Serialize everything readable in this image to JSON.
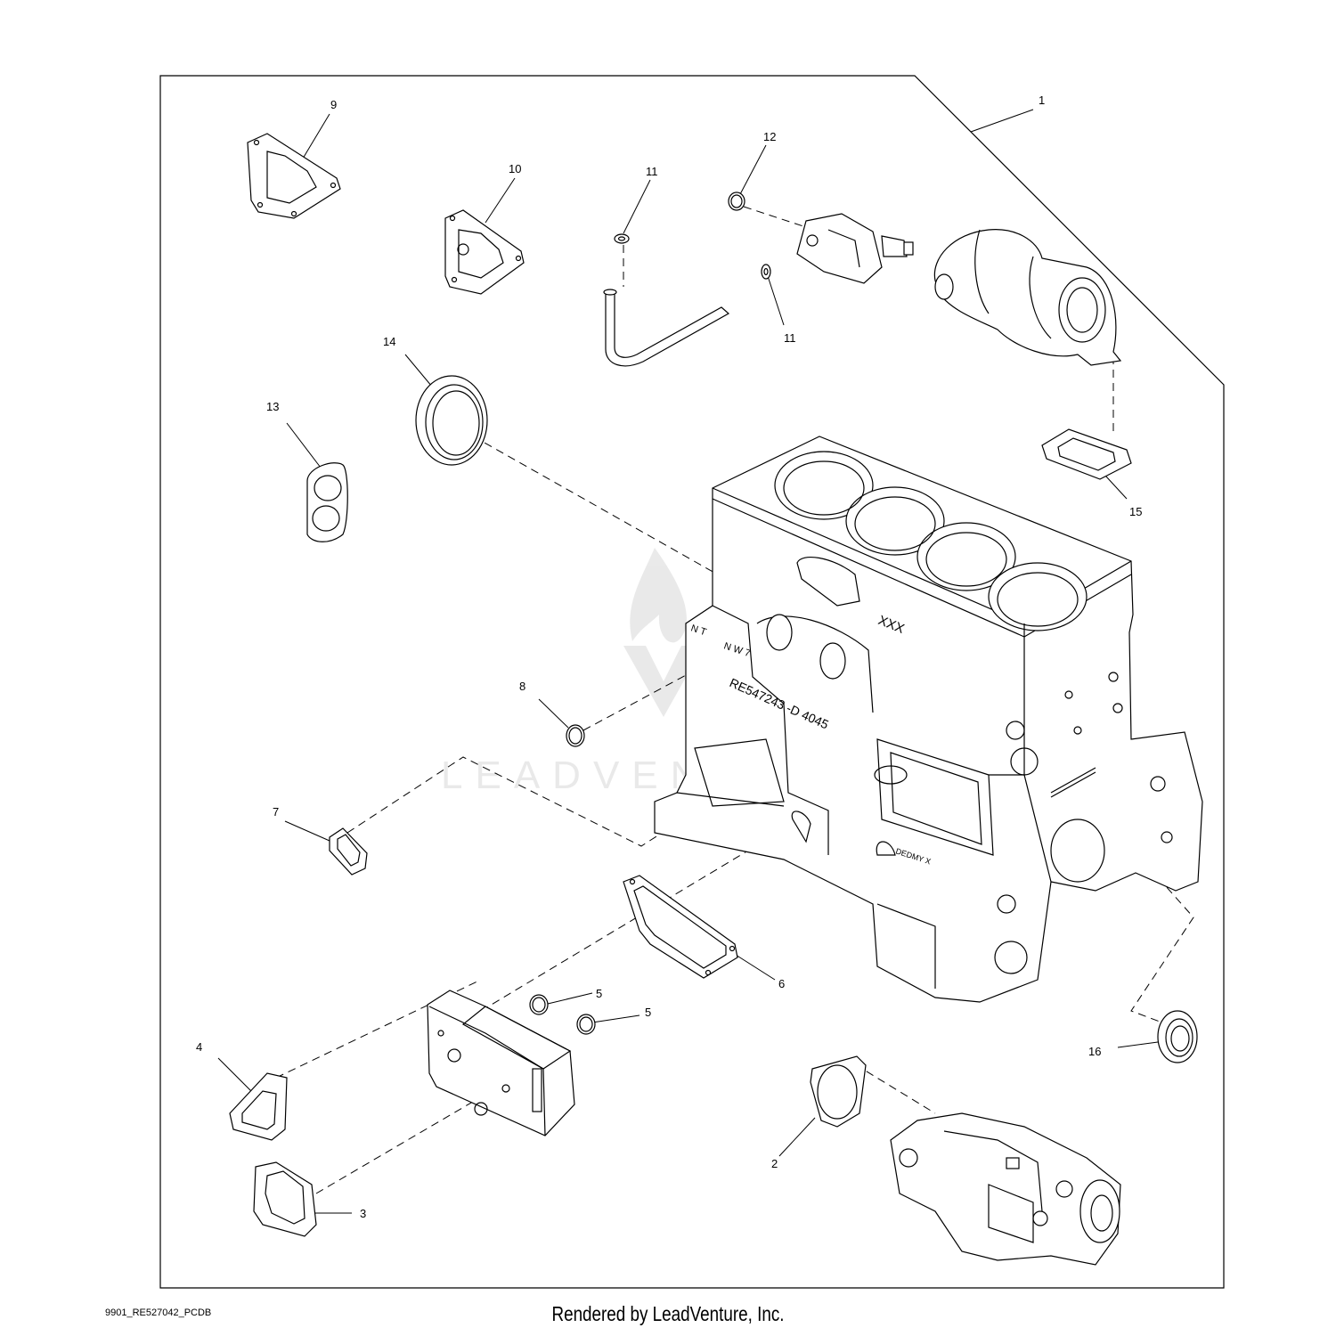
{
  "callouts": [
    "1",
    "2",
    "3",
    "4",
    "5",
    "5",
    "6",
    "7",
    "8",
    "9",
    "10",
    "11",
    "11",
    "12",
    "13",
    "14",
    "15",
    "16"
  ],
  "block_stamps": {
    "stamp_a": "XXX",
    "stamp_b": "N T",
    "stamp_c": "N W 7",
    "stamp_d": "RE547243 -D 4045",
    "stamp_e": "DEDMY X"
  },
  "watermark": "LEADVENTURE",
  "footer": {
    "code": "9901_RE527042_PCDB",
    "credit": "Rendered by LeadVenture, Inc."
  },
  "colors": {
    "line": "#000000",
    "watermark": "#d9d9d9"
  }
}
